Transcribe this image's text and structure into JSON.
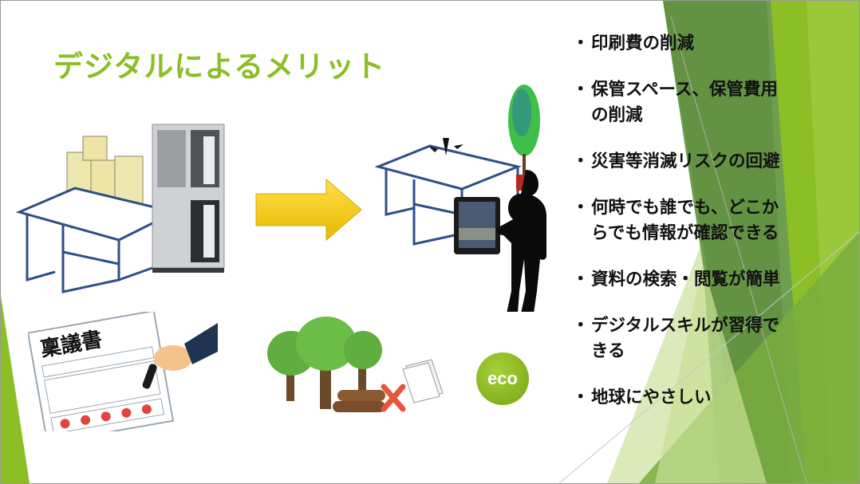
{
  "slide": {
    "title": "デジタルによるメリット",
    "bullet_marker": "・",
    "bullets": [
      {
        "lines": [
          "印刷費の削減"
        ]
      },
      {
        "lines": [
          "保管スペース、保管費用",
          "の削減"
        ]
      },
      {
        "lines": [
          "災害等消滅リスクの回避"
        ]
      },
      {
        "lines": [
          "何時でも誰でも、どこか",
          "らでも情報が確認できる"
        ]
      },
      {
        "lines": [
          "資料の検索・閲覧が簡単"
        ]
      },
      {
        "lines": [
          "デジタルスキルが習得で",
          "きる"
        ]
      },
      {
        "lines": [
          "地球にやさしい"
        ]
      }
    ],
    "illustrations": {
      "ringi_document_title": "稟議書",
      "eco_badge": "eco"
    },
    "colors": {
      "title": "#8cbf26",
      "accent_light": "#9bc83b",
      "accent_dark": "#5e8f3c",
      "desk_outline": "#2f4f86",
      "arrow": "#f5c400",
      "stamp_red": "#e0463c"
    }
  }
}
